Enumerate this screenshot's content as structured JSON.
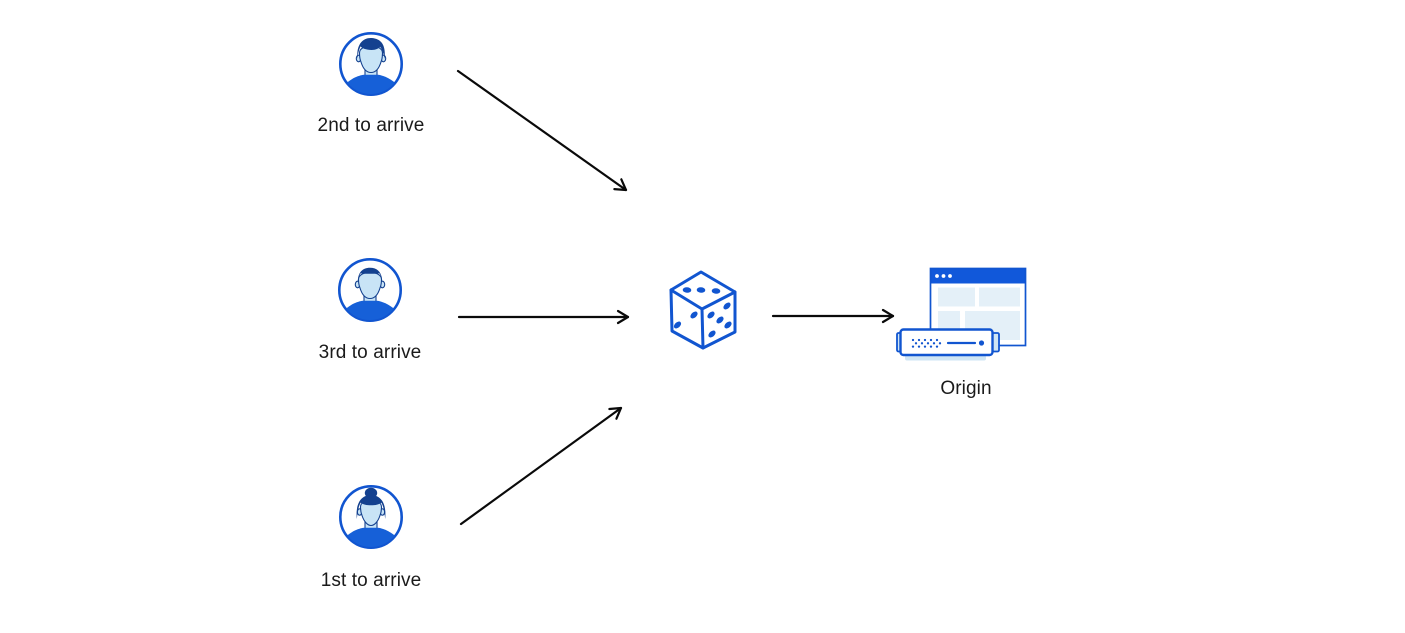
{
  "diagram": {
    "clients": [
      {
        "label": "2nd to arrive",
        "icon": "user-avatar-man-quiff-icon"
      },
      {
        "label": "3rd to arrive",
        "icon": "user-avatar-man-crewcut-icon"
      },
      {
        "label": "1st to arrive",
        "icon": "user-avatar-woman-bun-icon"
      }
    ],
    "randomizer": {
      "icon": "dice-icon"
    },
    "origin": {
      "label": "Origin",
      "icon": "origin-server-icon"
    },
    "arrows": [
      {
        "from": "client-2nd-to-arrive",
        "to": "dice"
      },
      {
        "from": "client-3rd-to-arrive",
        "to": "dice"
      },
      {
        "from": "client-1st-to-arrive",
        "to": "dice"
      },
      {
        "from": "dice",
        "to": "origin"
      }
    ]
  },
  "colors": {
    "primary_blue": "#1155d0",
    "titlebar_blue": "#1158da",
    "navy": "#14418f",
    "skin_blue": "#c8e4f6",
    "shirt_blue": "#1660d8",
    "panel_blue": "#e4f0f8",
    "bracket_blue": "#cfe5f4",
    "arrow_black": "#0a0a0a",
    "label_color": "#1a1a1a",
    "background": "#ffffff"
  }
}
